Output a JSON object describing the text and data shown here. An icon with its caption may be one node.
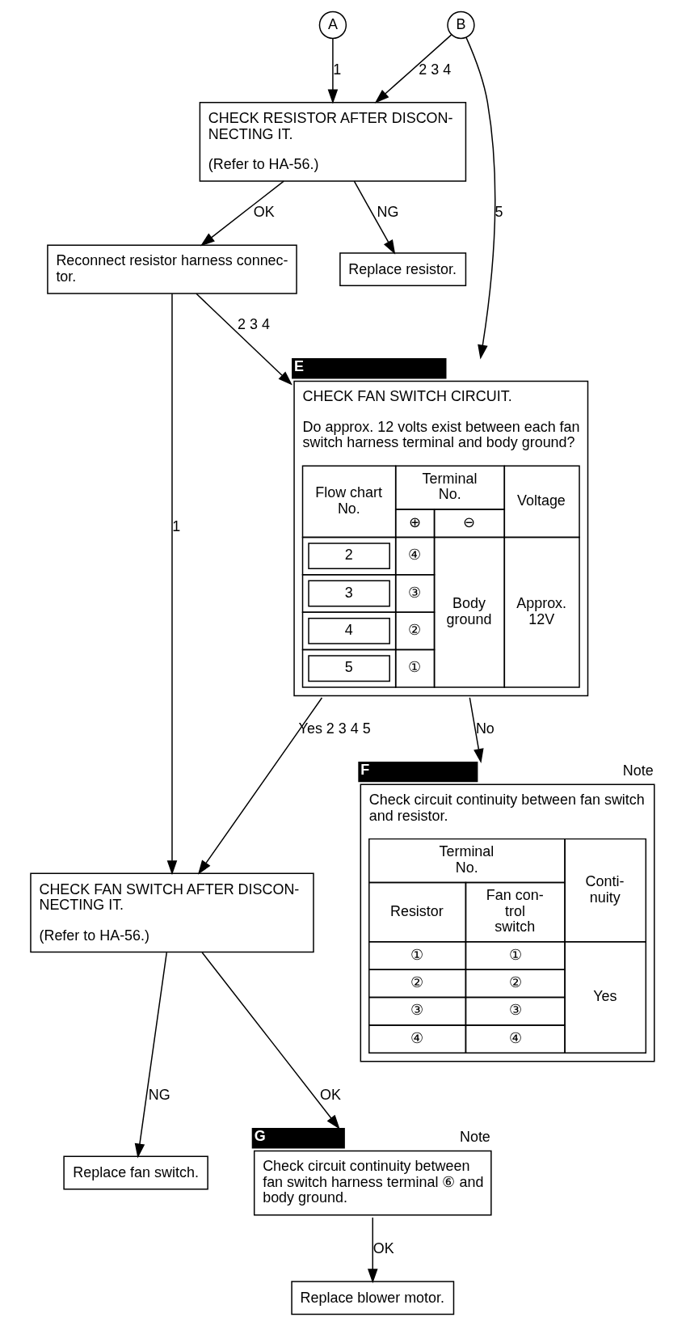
{
  "diagram": {
    "nodes": [
      {
        "text": [
          "A"
        ]
      },
      {
        "text": [
          "B"
        ]
      },
      {
        "text": [
          "CHECK RESISTOR AFTER DISCON- NECTING IT.",
          "(Refer to HA-56.)"
        ]
      },
      {
        "text": [
          "Replace resistor."
        ]
      },
      {
        "text": [
          "Reconnect resistor harness connec- tor."
        ]
      },
      {
        "text": [
          "CHECK FAN SWITCH CIRCUIT.",
          "Do approx. 12 volts exist between each fan switch harness terminal and body ground?",
          "Flow chart No.",
          "Terminal No.",
          "Voltage",
          "⊕",
          "⊖",
          "2",
          "④",
          "Body ground",
          "Approx. 12V",
          "3",
          "③",
          "4",
          "②",
          "5",
          "①"
        ],
        "beside": [
          "E"
        ]
      },
      {
        "text": [
          "Check circuit continuity between fan switch and resistor.",
          "Terminal No.",
          "Conti- nuity",
          "Resistor",
          "Fan con- trol switch",
          "①",
          "①",
          "Yes",
          "②",
          "②",
          "③",
          "③",
          "④",
          "④"
        ],
        "beside": [
          "F",
          "Note"
        ]
      },
      {
        "text": [
          "CHECK FAN SWITCH AFTER DISCON- NECTING IT.",
          "(Refer to HA-56.)"
        ]
      },
      {
        "text": [
          "Replace fan switch."
        ]
      },
      {
        "text": [
          "Check circuit continuity between fan switch harness terminal ⑥ and body ground."
        ],
        "beside": [
          "G",
          "Note"
        ]
      },
      {
        "text": [
          "Replace blower motor."
        ]
      }
    ],
    "edges": [
      {
        "from": 0,
        "to": 2,
        "arrow": "to",
        "label": "1"
      },
      {
        "from": 1,
        "to": 2,
        "arrow": "to",
        "label": "2 3 4"
      },
      {
        "from": 1,
        "to": 5,
        "arrow": "to",
        "label": "5"
      },
      {
        "from": 2,
        "to": 4,
        "arrow": "to",
        "label": "OK"
      },
      {
        "from": 2,
        "to": 3,
        "arrow": "to",
        "label": "NG"
      },
      {
        "from": 4,
        "to": 7,
        "arrow": "to",
        "label": "1"
      },
      {
        "from": 4,
        "to": 5,
        "arrow": "to",
        "label": "2 3 4"
      },
      {
        "from": 5,
        "to": 7,
        "arrow": "to",
        "label": "Yes 2 3 4 5"
      },
      {
        "from": 5,
        "to": 6,
        "arrow": "to",
        "label": "No"
      },
      {
        "from": 7,
        "to": 8,
        "arrow": "to",
        "label": "NG"
      },
      {
        "from": 7,
        "to": 9,
        "arrow": "to",
        "label": "OK"
      },
      {
        "from": 9,
        "to": 10,
        "arrow": "to",
        "label": "OK"
      }
    ]
  }
}
